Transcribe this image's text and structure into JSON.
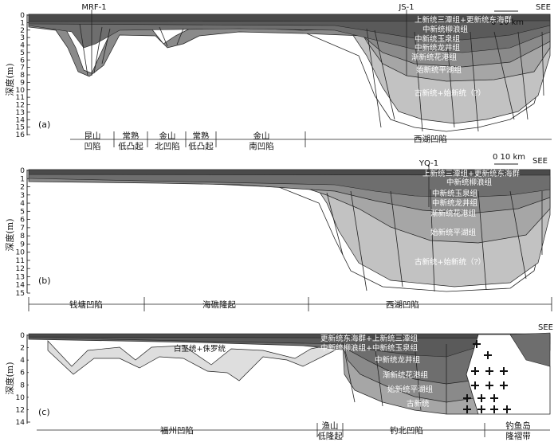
{
  "panels": [
    {
      "id": "(a)",
      "axis_title": "深度(m)",
      "ticks": [
        "0",
        "1",
        "2",
        "3",
        "4",
        "5",
        "6",
        "7",
        "8",
        "9",
        "10",
        "11",
        "12",
        "13",
        "14",
        "15",
        "16"
      ],
      "wells": [
        "MRF-1",
        "JS-1"
      ],
      "see": "SEE",
      "scale": "0  10 km",
      "layers": [
        "上新统三潭组+更新统东海群",
        "中新统柳浪组",
        "中新统玉泉组",
        "中新统龙井组",
        "渐新统花港组",
        "始新统平湖组",
        "古新统+始新统（?）"
      ],
      "units": [
        {
          "l1": "昆山",
          "l2": "凹陷"
        },
        {
          "l1": "常熟",
          "l2": "低凸起"
        },
        {
          "l1": "金山",
          "l2": "北凹陷"
        },
        {
          "l1": "常熟",
          "l2": "低凸起"
        },
        {
          "l1": "金山",
          "l2": "南凹陷"
        },
        {
          "l1": "西湖凹陷",
          "l2": ""
        }
      ]
    },
    {
      "id": "(b)",
      "axis_title": "深度(m)",
      "ticks": [
        "0",
        "1",
        "2",
        "3",
        "4",
        "5",
        "6",
        "7",
        "8",
        "9",
        "10",
        "11",
        "12",
        "13",
        "14",
        "15"
      ],
      "wells": [
        "YQ-1"
      ],
      "see": "SEE",
      "scale": "0  10 km",
      "layers": [
        "上新统三潭组+更新统东海群",
        "中新统柳浪组",
        "中新统玉泉组",
        "中新统龙井组",
        "渐新统花港组",
        "始新统平湖组",
        "古新统+始新统（?）"
      ],
      "units": [
        "钱塘凹陷",
        "海礁隆起",
        "西湖凹陷"
      ]
    },
    {
      "id": "(c)",
      "axis_title": "深度(m)",
      "ticks": [
        "0",
        "2",
        "4",
        "6",
        "8",
        "10",
        "12",
        "14"
      ],
      "see": "SEE",
      "layers": [
        "更新统东海群+上新统三潭组",
        "中新统柳浪组+中新统玉泉组",
        "中新统龙井组",
        "渐新统花港组",
        "始新统平湖组",
        "古新统",
        "白垩统+侏罗统"
      ],
      "units": [
        {
          "l1": "福州凹陷",
          "l2": ""
        },
        {
          "l1": "渔山",
          "l2": "低隆起"
        },
        {
          "l1": "钓北凹陷",
          "l2": ""
        },
        {
          "l1": "钓鱼岛",
          "l2": "隆褶带"
        }
      ]
    }
  ],
  "colors": {
    "top_layer": "#4a4a4a",
    "layer_dark": "#6e6e6e",
    "layer_mid": "#8a8a8a",
    "layer_light": "#a6a6a6",
    "layer_pale": "#c2c2c2",
    "layer_palest": "#dedede",
    "outline": "#222222"
  }
}
